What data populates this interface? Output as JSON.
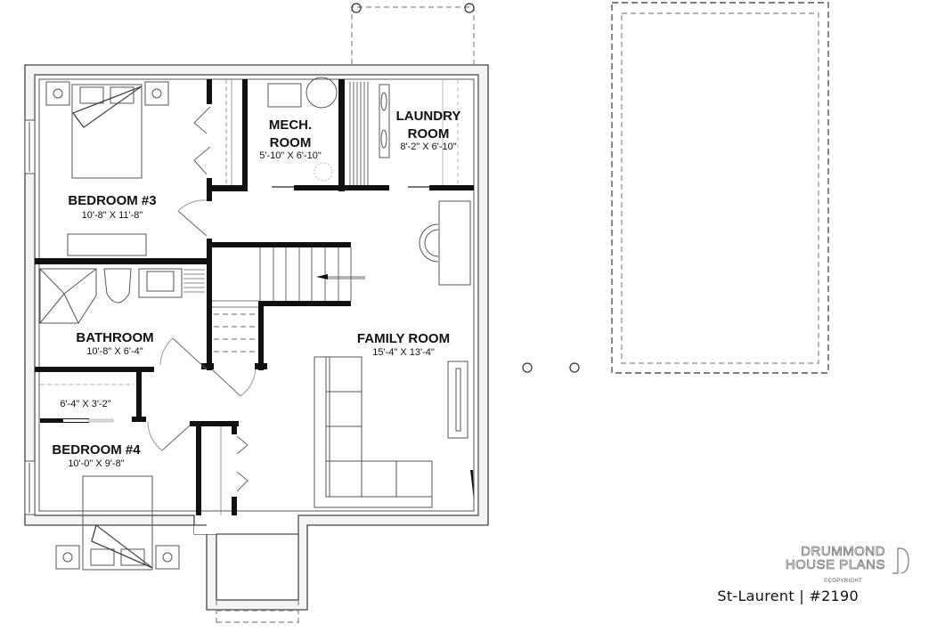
{
  "plan": {
    "name": "St-Laurent | #2190",
    "brand": {
      "line1": "DRUMMOND",
      "line2": "HOUSE PLANS",
      "copyright": "©COPYRIGHT"
    }
  },
  "rooms": [
    {
      "id": "bedroom3",
      "label": "BEDROOM #3",
      "dims": "10'-8\" X 11'-8\""
    },
    {
      "id": "mech",
      "label_line1": "MECH.",
      "label_line2": "ROOM",
      "dims": "5'-10\" X 6'-10\""
    },
    {
      "id": "laundry",
      "label_line1": "LAUNDRY",
      "label_line2": "ROOM",
      "dims": "8'-2\" X 6'-10\""
    },
    {
      "id": "bathroom",
      "label": "BATHROOM",
      "dims": "10'-8\" X 6'-4\""
    },
    {
      "id": "closet",
      "label": "",
      "dims": "6'-4\" X 3'-2\""
    },
    {
      "id": "family",
      "label": "FAMILY ROOM",
      "dims": "15'-4\" X 13'-4\""
    },
    {
      "id": "bedroom4",
      "label": "BEDROOM #4",
      "dims": "10'-0\" X 9'-8\""
    }
  ],
  "colors": {
    "wall": "#111111",
    "foundation_fill": "#f4f4f4",
    "outline": "#444444",
    "dashed": "#888888"
  }
}
